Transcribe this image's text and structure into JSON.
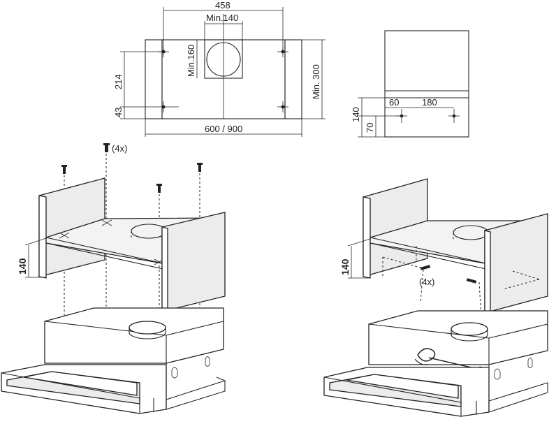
{
  "top_left_drawing": {
    "dim_width_holes": "458",
    "dim_duct_width": "Min.140",
    "dim_duct_height": "Min.160",
    "dim_hole_vertical": "214",
    "dim_bottom_offset": "43",
    "dim_hood_width": "600 / 900",
    "dim_side_height": "Min. 300"
  },
  "top_right_drawing": {
    "dim_total_height": "140",
    "dim_lower_height": "70",
    "dim_left_offset": "60",
    "dim_hole_spacing": "180"
  },
  "left_install": {
    "screw_count_label": "(4x)",
    "dim_height": "140"
  },
  "right_install": {
    "screw_count_label": "(4x)",
    "dim_height": "140"
  }
}
